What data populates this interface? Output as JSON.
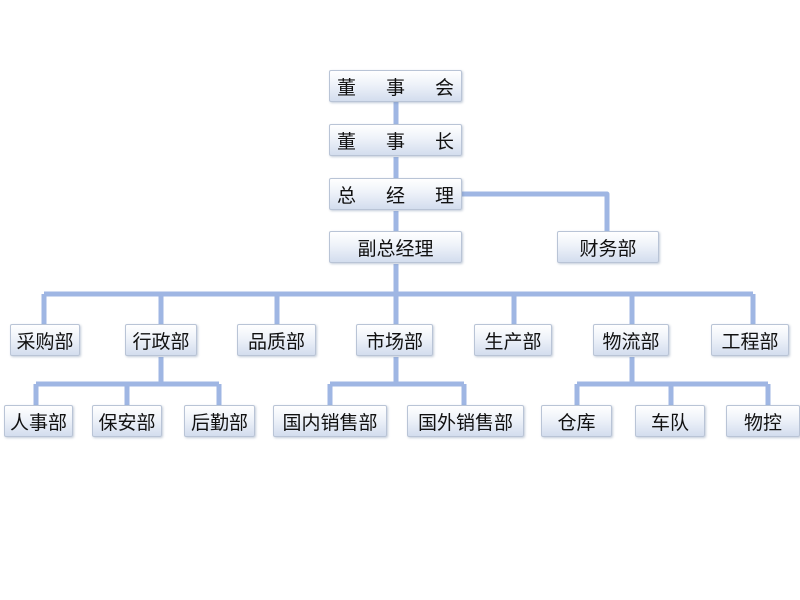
{
  "nodes": {
    "board": "董 事 会",
    "chairman": "董 事 长",
    "gm": "总 经 理",
    "deputy_gm": "副总经理",
    "finance": "财务部",
    "procurement": "采购部",
    "admin": "行政部",
    "quality": "品质部",
    "market": "市场部",
    "production": "生产部",
    "logistics": "物流部",
    "engineering": "工程部",
    "hr": "人事部",
    "security": "保安部",
    "logistics_support": "后勤部",
    "domestic_sales": "国内销售部",
    "foreign_sales": "国外销售部",
    "warehouse": "仓库",
    "fleet": "车队",
    "material_control": "物控"
  },
  "colors": {
    "connector": "#9fb6e3",
    "node_border": "#b9c4d6"
  }
}
